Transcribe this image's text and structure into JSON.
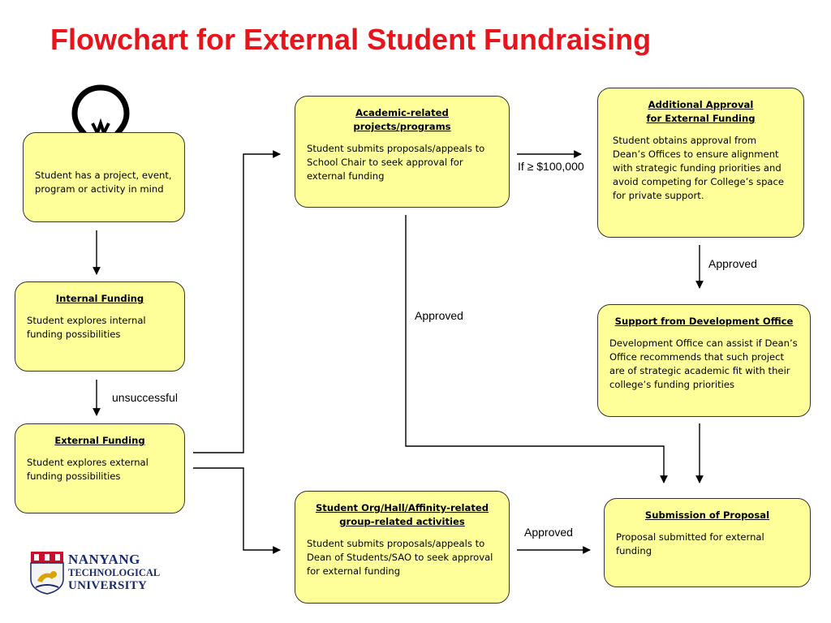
{
  "title": "Flowchart for External Student Fundraising",
  "colors": {
    "title": "#e8141c",
    "box_fill": "#ffff99",
    "box_border": "#333333",
    "logo_navy": "#1a2a6c",
    "logo_red": "#c8102e"
  },
  "icons": {
    "idea": "lightbulb-icon",
    "crest": "university-crest-icon"
  },
  "nodes": {
    "start": {
      "body": "Student has a project, event, program or activity in mind"
    },
    "internal": {
      "heading": "Internal Funding",
      "body": "Student explores internal funding possibilities"
    },
    "external": {
      "heading": "External Funding",
      "body": "Student explores external funding possibilities"
    },
    "academic": {
      "heading": "Academic-related projects/programs",
      "body": "Student submits proposals/appeals to School Chair to seek approval for external funding"
    },
    "student_org": {
      "heading": "Student Org/Hall/Affinity-related group-related activities",
      "body": "Student submits proposals/appeals to Dean of Students/SAO to seek approval for external funding"
    },
    "additional": {
      "heading": "Additional Approval for External Funding",
      "body": "Student obtains approval from Dean’s Offices to ensure alignment with strategic funding priorities and avoid competing for College’s space for private support."
    },
    "support": {
      "heading": "Support from Development Office",
      "body": "Development Office can assist if Dean’s Office recommends that such project are of strategic academic fit with their college’s funding priorities"
    },
    "submission": {
      "heading": "Submission of Proposal",
      "body": "Proposal submitted for external funding"
    }
  },
  "edge_labels": {
    "unsuccessful": "unsuccessful",
    "threshold": "If ≥ $100,000",
    "approved_additional": "Approved",
    "approved_academic": "Approved",
    "approved_student_org": "Approved"
  },
  "logo": {
    "line1": "NANYANG",
    "line2": "TECHNOLOGICAL",
    "line3": "UNIVERSITY"
  }
}
